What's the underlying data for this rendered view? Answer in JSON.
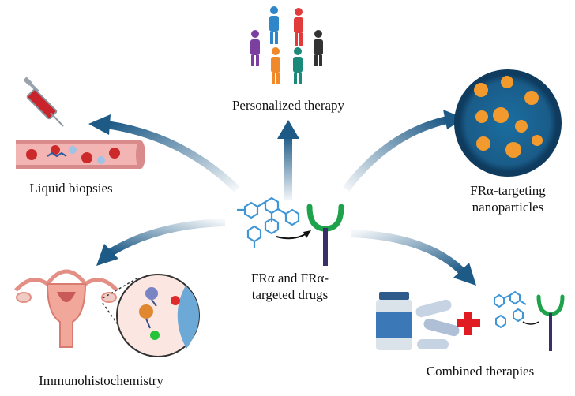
{
  "center": {
    "line1": "FRα and FRα-",
    "line2": "targeted drugs"
  },
  "branches": {
    "personalized": "Personalized therapy",
    "liquid": "Liquid biopsies",
    "nano_line1": "FRα-targeting",
    "nano_line2": "nanoparticles",
    "ihc": "Immunohistochemistry",
    "combined": "Combined therapies"
  },
  "colors": {
    "arrow": "#1d5a86",
    "receptor_stem": "#3a2f6b",
    "receptor_cup": "#1ea24b",
    "drug": "#3f96d6",
    "plus": "#e01b22"
  },
  "icons": [
    "people-icon",
    "syringe-icon",
    "blood-vessel-icon",
    "nanoparticle-icon",
    "uterus-icon",
    "pill-bottle-icon",
    "capsule-icon",
    "receptor-icon",
    "drug-molecule-icon"
  ]
}
